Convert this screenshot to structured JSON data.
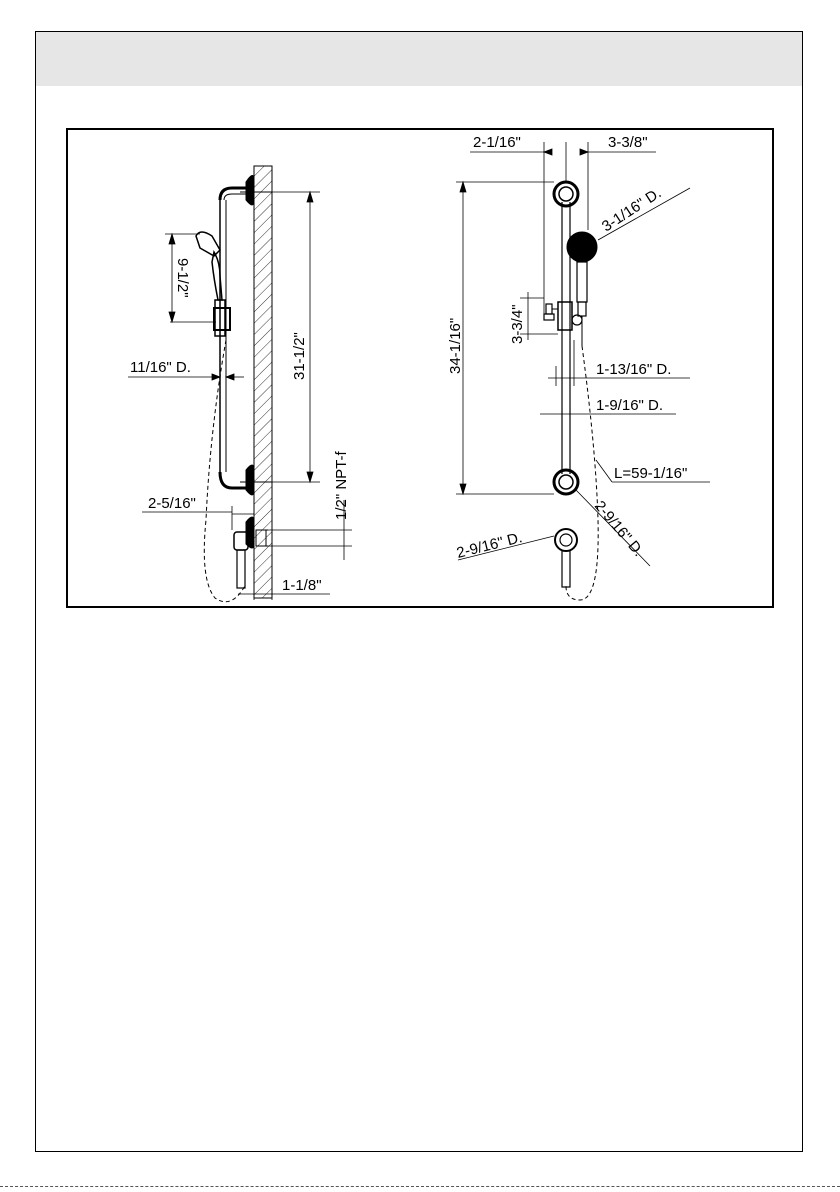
{
  "colors": {
    "header_band": "#e6e6e6",
    "line": "#000000",
    "paper": "#ffffff"
  },
  "dimensions": {
    "bar_height": "31-1/2\"",
    "handshower_length": "9-1/2\"",
    "bar_diameter": "11/16\" D.",
    "outlet_projection": "2-5/16\"",
    "thread": "1/2\" NPT-f",
    "wall_depth": "1-1/8\"",
    "top_offset_left": "2-1/16\"",
    "top_offset_right": "3-3/8\"",
    "spray_diameter": "3-1/16\" D.",
    "overall_height": "34-1/16\"",
    "slider_height": "3-3/4\"",
    "slider_diameter": "1-13/16\" D.",
    "handle_diameter": "1-9/16\" D.",
    "hose_length": "L=59-1/16\"",
    "bracket_diameter": "2-9/16\" D.",
    "flange_diameter": "2-9/16\" D."
  }
}
